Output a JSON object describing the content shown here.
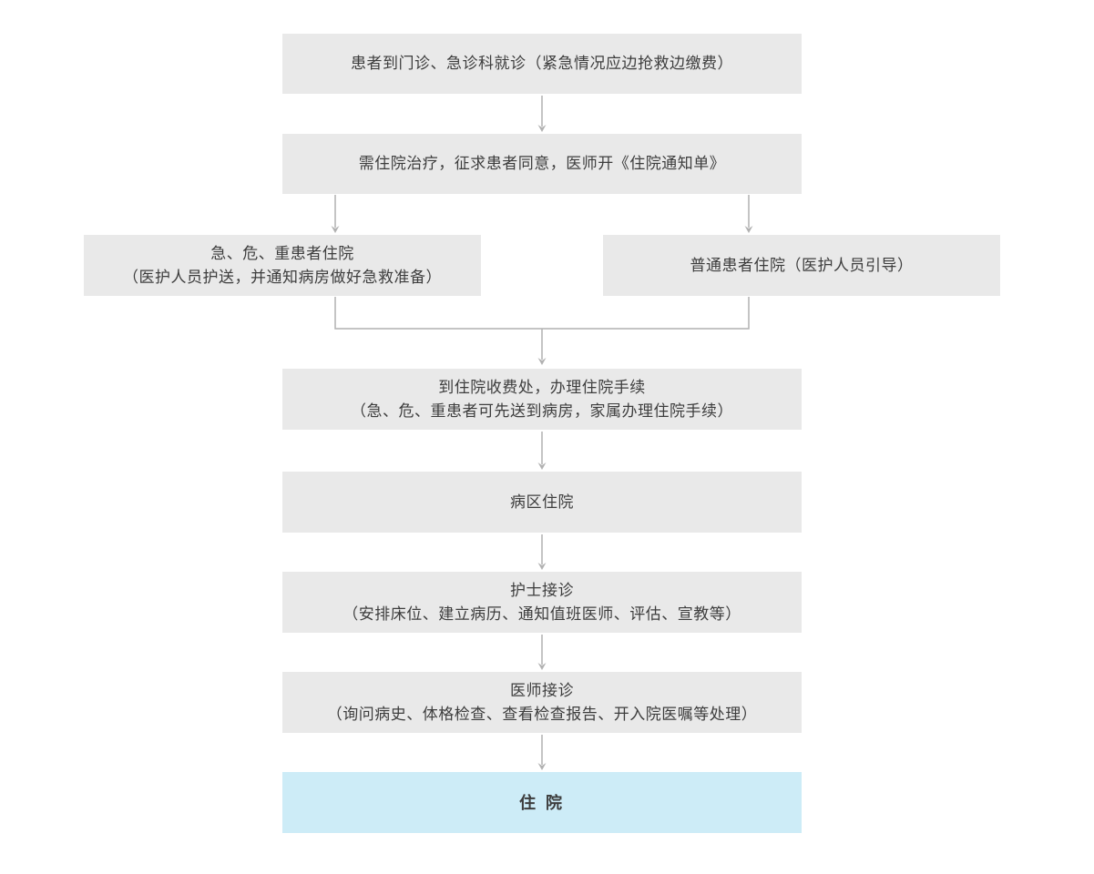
{
  "flowchart": {
    "colors": {
      "node_background": "#e9e9e9",
      "final_node_background": "#cdecf7",
      "text": "#3d3d3d",
      "connector": "#b1b1b1"
    },
    "nodes": {
      "step1": {
        "text": "患者到门诊、急诊科就诊（紧急情况应边抢救边缴费）"
      },
      "step2": {
        "text": "需住院治疗，征求患者同意，医师开《住院通知单》"
      },
      "urgent": {
        "line1": "急、危、重患者住院",
        "line2": "（医护人员护送，并通知病房做好急救准备）"
      },
      "normal": {
        "text": "普通患者住院（医护人员引导）"
      },
      "step4": {
        "line1": "到住院收费处，办理住院手续",
        "line2": "（急、危、重患者可先送到病房，家属办理住院手续）"
      },
      "step5": {
        "text": "病区住院"
      },
      "step6": {
        "line1": "护士接诊",
        "line2": "（安排床位、建立病历、通知值班医师、评估、宣教等）"
      },
      "step7": {
        "line1": "医师接诊",
        "line2": "（询问病史、体格检查、查看检查报告、开入院医嘱等处理）"
      },
      "final": {
        "text": "住 院"
      }
    },
    "edges": [
      {
        "from": "step1",
        "to": "step2"
      },
      {
        "from": "step2",
        "to": "urgent"
      },
      {
        "from": "step2",
        "to": "normal"
      },
      {
        "from": "urgent",
        "to": "step4"
      },
      {
        "from": "normal",
        "to": "step4"
      },
      {
        "from": "step4",
        "to": "step5"
      },
      {
        "from": "step5",
        "to": "step6"
      },
      {
        "from": "step6",
        "to": "step7"
      },
      {
        "from": "step7",
        "to": "final"
      }
    ]
  }
}
